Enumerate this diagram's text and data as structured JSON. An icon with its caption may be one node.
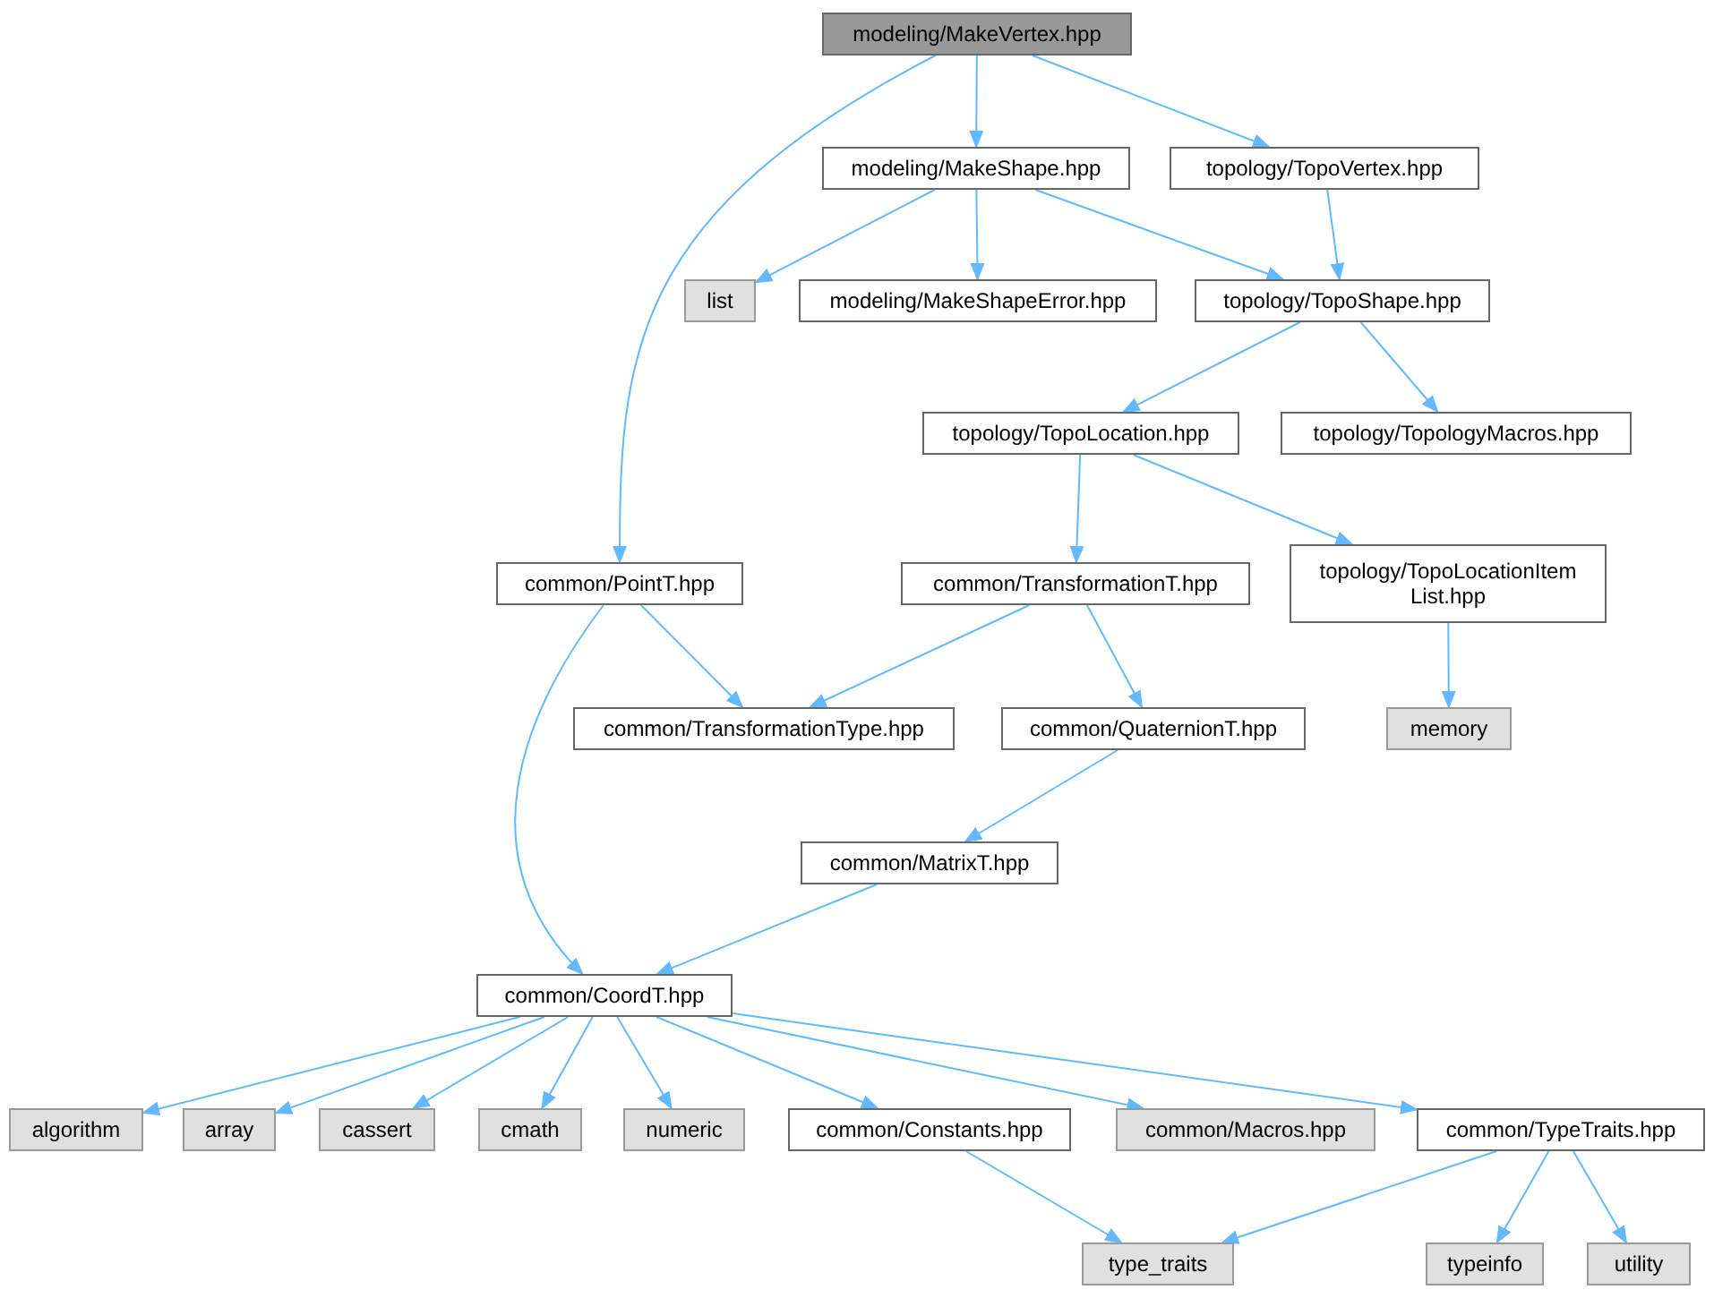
{
  "diagram": {
    "nodes": [
      {
        "text": [
          "modeling/MakeVertex.hpp"
        ]
      },
      {
        "text": [
          "modeling/MakeShape.hpp"
        ]
      },
      {
        "text": [
          "topology/TopoVertex.hpp"
        ]
      },
      {
        "text": [
          "list"
        ]
      },
      {
        "text": [
          "modeling/MakeShapeError.hpp"
        ]
      },
      {
        "text": [
          "topology/TopoShape.hpp"
        ]
      },
      {
        "text": [
          "topology/TopoLocation.hpp"
        ]
      },
      {
        "text": [
          "topology/TopologyMacros.hpp"
        ]
      },
      {
        "text": [
          "common/PointT.hpp"
        ]
      },
      {
        "text": [
          "common/TransformationT.hpp"
        ]
      },
      {
        "text": [
          "topology/TopoLocationItem List.hpp"
        ]
      },
      {
        "text": [
          "common/TransformationType.hpp"
        ]
      },
      {
        "text": [
          "common/QuaternionT.hpp"
        ]
      },
      {
        "text": [
          "memory"
        ]
      },
      {
        "text": [
          "common/MatrixT.hpp"
        ]
      },
      {
        "text": [
          "common/CoordT.hpp"
        ]
      },
      {
        "text": [
          "algorithm"
        ]
      },
      {
        "text": [
          "array"
        ]
      },
      {
        "text": [
          "cassert"
        ]
      },
      {
        "text": [
          "cmath"
        ]
      },
      {
        "text": [
          "numeric"
        ]
      },
      {
        "text": [
          "common/Constants.hpp"
        ]
      },
      {
        "text": [
          "common/Macros.hpp"
        ]
      },
      {
        "text": [
          "common/TypeTraits.hpp"
        ]
      },
      {
        "text": [
          "type_traits"
        ]
      },
      {
        "text": [
          "typeinfo"
        ]
      },
      {
        "text": [
          "utility"
        ]
      }
    ],
    "edges": [
      {
        "from": 0,
        "to": 1,
        "arrow": "to"
      },
      {
        "from": 0,
        "to": 2,
        "arrow": "to"
      },
      {
        "from": 0,
        "to": 8,
        "arrow": "to"
      },
      {
        "from": 1,
        "to": 3,
        "arrow": "to"
      },
      {
        "from": 1,
        "to": 4,
        "arrow": "to"
      },
      {
        "from": 1,
        "to": 5,
        "arrow": "to"
      },
      {
        "from": 2,
        "to": 5,
        "arrow": "to"
      },
      {
        "from": 5,
        "to": 6,
        "arrow": "to"
      },
      {
        "from": 5,
        "to": 7,
        "arrow": "to"
      },
      {
        "from": 6,
        "to": 9,
        "arrow": "to"
      },
      {
        "from": 6,
        "to": 10,
        "arrow": "to"
      },
      {
        "from": 8,
        "to": 11,
        "arrow": "to"
      },
      {
        "from": 8,
        "to": 15,
        "arrow": "to"
      },
      {
        "from": 9,
        "to": 11,
        "arrow": "to"
      },
      {
        "from": 9,
        "to": 12,
        "arrow": "to"
      },
      {
        "from": 10,
        "to": 13,
        "arrow": "to"
      },
      {
        "from": 12,
        "to": 14,
        "arrow": "to"
      },
      {
        "from": 14,
        "to": 15,
        "arrow": "to"
      },
      {
        "from": 15,
        "to": 16,
        "arrow": "to"
      },
      {
        "from": 15,
        "to": 17,
        "arrow": "to"
      },
      {
        "from": 15,
        "to": 18,
        "arrow": "to"
      },
      {
        "from": 15,
        "to": 19,
        "arrow": "to"
      },
      {
        "from": 15,
        "to": 20,
        "arrow": "to"
      },
      {
        "from": 15,
        "to": 21,
        "arrow": "to"
      },
      {
        "from": 15,
        "to": 22,
        "arrow": "to"
      },
      {
        "from": 15,
        "to": 23,
        "arrow": "to"
      },
      {
        "from": 21,
        "to": 24,
        "arrow": "to"
      },
      {
        "from": 23,
        "to": 24,
        "arrow": "to"
      },
      {
        "from": 23,
        "to": 25,
        "arrow": "to"
      },
      {
        "from": 23,
        "to": 26,
        "arrow": "to"
      }
    ]
  }
}
